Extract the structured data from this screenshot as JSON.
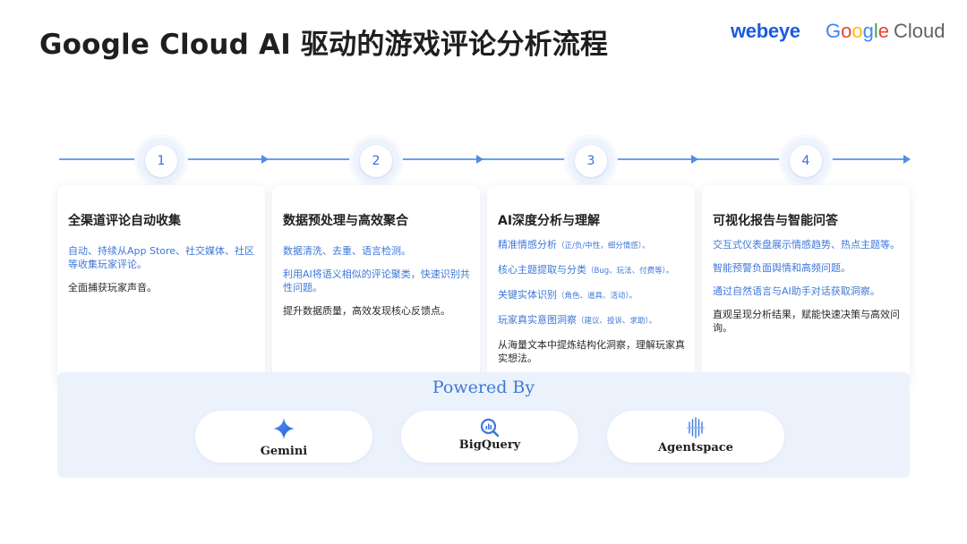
{
  "header": {
    "title": "Google Cloud AI 驱动的游戏评论分析流程",
    "brand_webeye": "webeye",
    "brand_google": "Google",
    "brand_cloud": "Cloud"
  },
  "colors": {
    "accent": "#3f78d8",
    "timeline": "#6aa0ec",
    "panel_bg": "#ecf2fc"
  },
  "steps": [
    {
      "number": "1",
      "title": "全渠道评论自动收集",
      "points": [
        "自动、持续从App Store、社交媒体、社区等收集玩家评论。"
      ],
      "summary": "全面捕获玩家声音。"
    },
    {
      "number": "2",
      "title": "数据预处理与高效聚合",
      "points": [
        "数据清洗、去重、语言检测。",
        "利用AI将语义相似的评论聚类，快速识别共性问题。"
      ],
      "summary": "提升数据质量，高效发现核心反馈点。"
    },
    {
      "number": "3",
      "title": "AI深度分析与理解",
      "points": [
        {
          "main": "精准情感分析",
          "note": "（正/负/中性，细分情感）。"
        },
        {
          "main": "核心主题提取与分类",
          "note": "（Bug、玩法、付费等）。"
        },
        {
          "main": "关键实体识别",
          "note": "（角色、道具、活动）。"
        },
        {
          "main": "玩家真实意图洞察",
          "note": "（建议、投诉、求助）。"
        }
      ],
      "summary": "从海量文本中提炼结构化洞察，理解玩家真实想法。"
    },
    {
      "number": "4",
      "title": "可视化报告与智能问答",
      "points": [
        "交互式仪表盘展示情感趋势、热点主题等。",
        "智能预警负面舆情和高频问题。",
        "通过自然语言与AI助手对话获取洞察。"
      ],
      "summary": "直观呈现分析结果，赋能快速决策与高效问询。"
    }
  ],
  "powered_by": {
    "title": "Powered By",
    "items": [
      {
        "label": "Gemini",
        "icon": "gemini-sparkle-icon"
      },
      {
        "label": "BigQuery",
        "icon": "bigquery-icon"
      },
      {
        "label": "Agentspace",
        "icon": "agentspace-icon"
      }
    ]
  }
}
